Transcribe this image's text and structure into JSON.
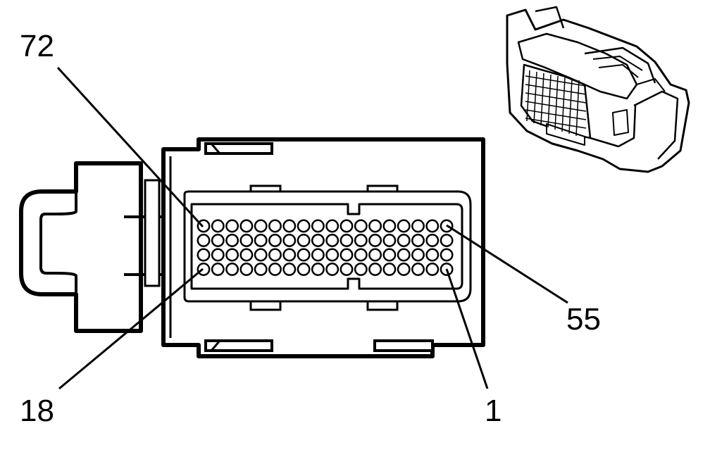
{
  "pin_labels": {
    "top_left": "72",
    "right": "55",
    "bottom_left": "18",
    "bottom_right": "1"
  },
  "connector": {
    "pin_rows": 4,
    "pins_per_row": 18,
    "line_color": "#000000",
    "background_color": "#ffffff"
  },
  "icons": {
    "inset": "connector-3d-view-icon"
  }
}
